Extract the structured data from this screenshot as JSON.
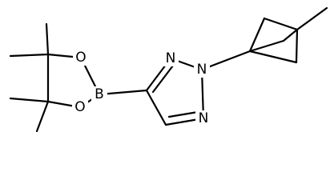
{
  "molecule": {
    "atoms": {
      "B1": "B",
      "O1": "O",
      "O2": "O",
      "N1": "N",
      "N2": "N",
      "N3": "N"
    }
  }
}
